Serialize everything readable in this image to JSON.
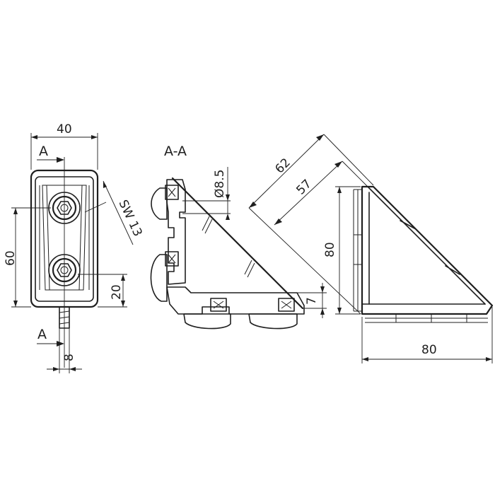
{
  "front_view": {
    "dim_width": "40",
    "dim_height": "60",
    "dim_offset": "20",
    "dim_nut": "8",
    "wrench_size": "SW 13",
    "section_marker_top": "A",
    "section_marker_bottom": "A"
  },
  "section_view": {
    "title": "A-A",
    "dim_hole": "Ø8.5",
    "dim_thickness": "7"
  },
  "side_view": {
    "dim_outer_diag": "62",
    "dim_inner_diag": "57",
    "dim_height": "80",
    "dim_width": "80"
  }
}
